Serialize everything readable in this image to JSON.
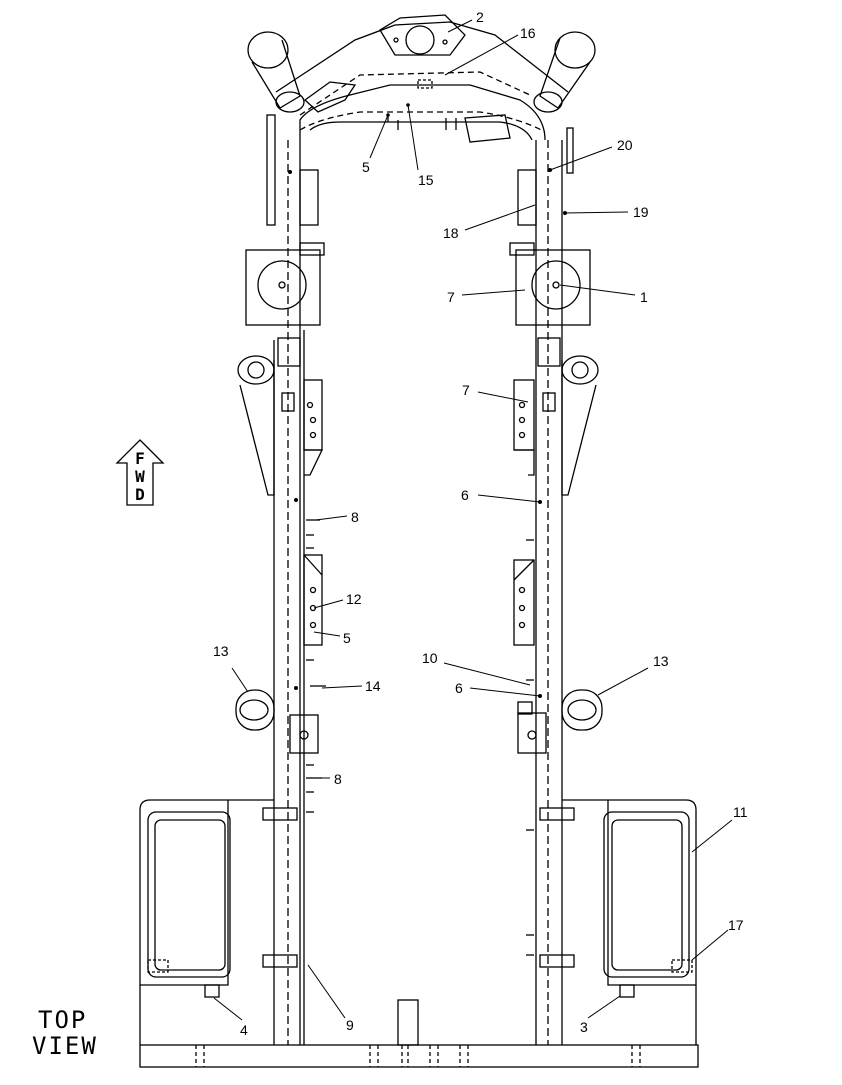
{
  "diagram": {
    "view_label_line1": "TOP",
    "view_label_line2": "VIEW",
    "forward_indicator": [
      "F",
      "W",
      "D"
    ],
    "callouts": [
      {
        "id": "c2",
        "label": "2"
      },
      {
        "id": "c16",
        "label": "16"
      },
      {
        "id": "c5a",
        "label": "5"
      },
      {
        "id": "c15",
        "label": "15"
      },
      {
        "id": "c20",
        "label": "20"
      },
      {
        "id": "c19",
        "label": "19"
      },
      {
        "id": "c18",
        "label": "18"
      },
      {
        "id": "c7a",
        "label": "7"
      },
      {
        "id": "c1",
        "label": "1"
      },
      {
        "id": "c7b",
        "label": "7"
      },
      {
        "id": "c6a",
        "label": "6"
      },
      {
        "id": "c8a",
        "label": "8"
      },
      {
        "id": "c12",
        "label": "12"
      },
      {
        "id": "c5b",
        "label": "5"
      },
      {
        "id": "c13a",
        "label": "13"
      },
      {
        "id": "c13b",
        "label": "13"
      },
      {
        "id": "c10",
        "label": "10"
      },
      {
        "id": "c6b",
        "label": "6"
      },
      {
        "id": "c14",
        "label": "14"
      },
      {
        "id": "c8b",
        "label": "8"
      },
      {
        "id": "c11",
        "label": "11"
      },
      {
        "id": "c17",
        "label": "17"
      },
      {
        "id": "c4",
        "label": "4"
      },
      {
        "id": "c9",
        "label": "9"
      },
      {
        "id": "c3",
        "label": "3"
      }
    ]
  }
}
